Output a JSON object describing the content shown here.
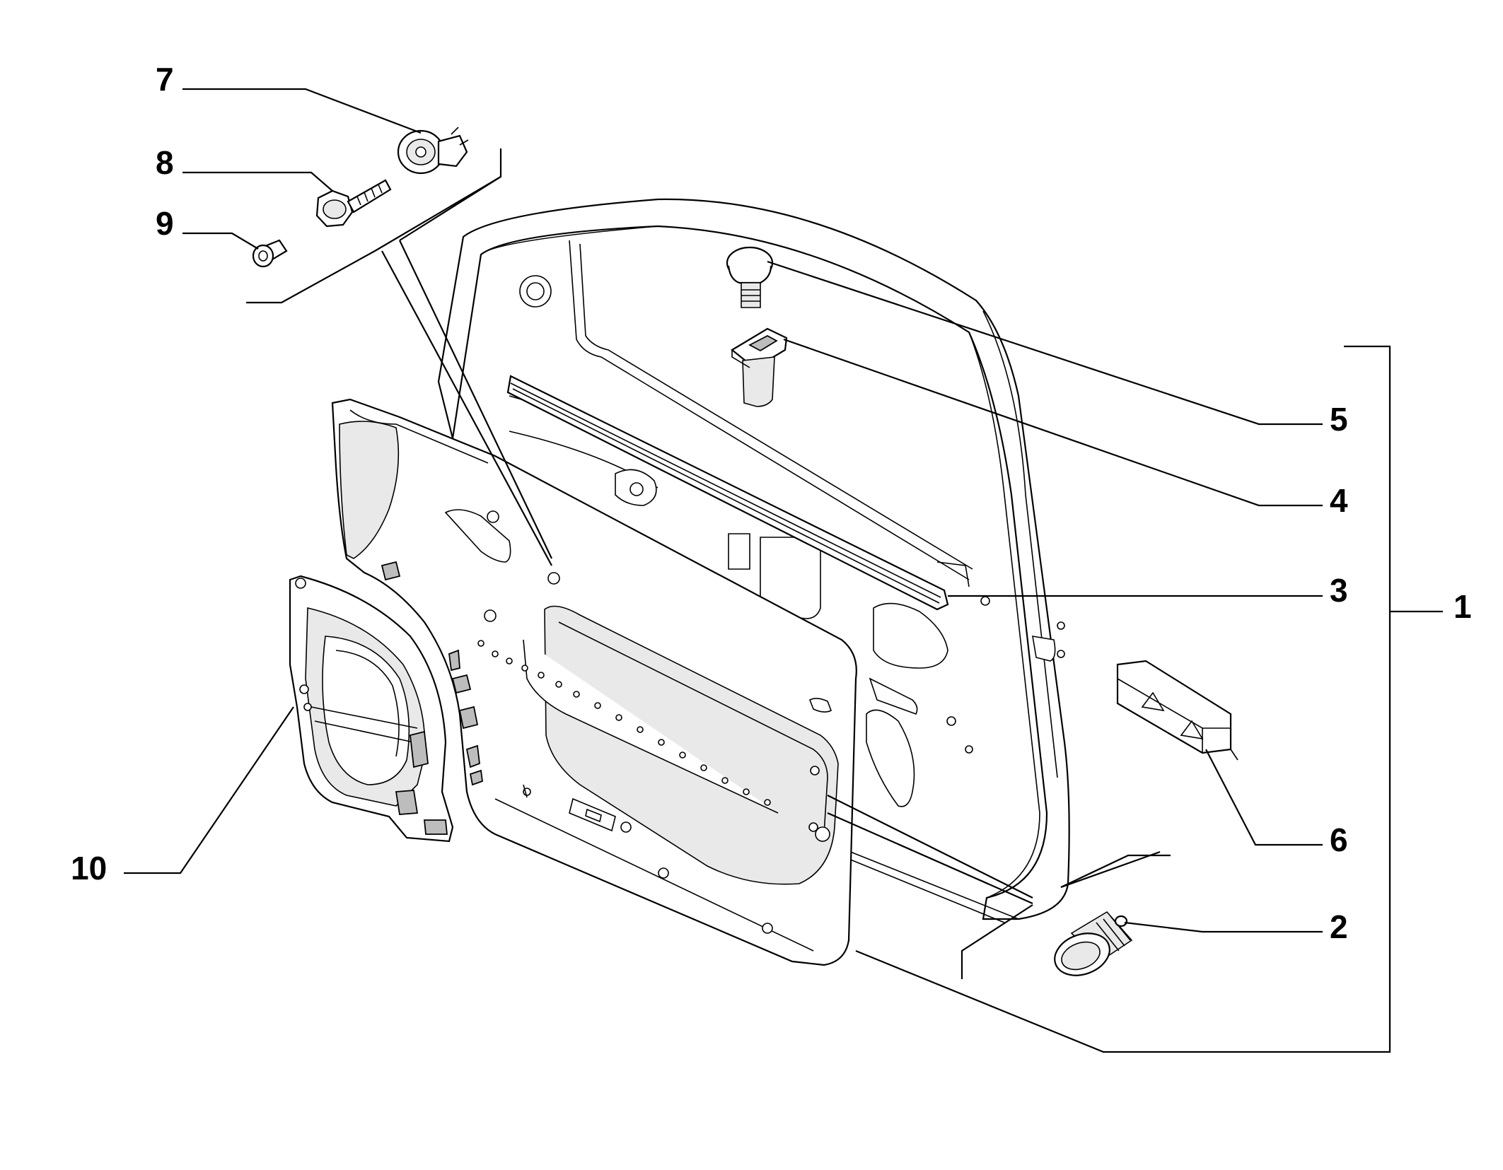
{
  "labels": {
    "n1": "1",
    "n2": "2",
    "n3": "3",
    "n4": "4",
    "n5": "5",
    "n6": "6",
    "n7": "7",
    "n8": "8",
    "n9": "9",
    "n10": "10"
  }
}
